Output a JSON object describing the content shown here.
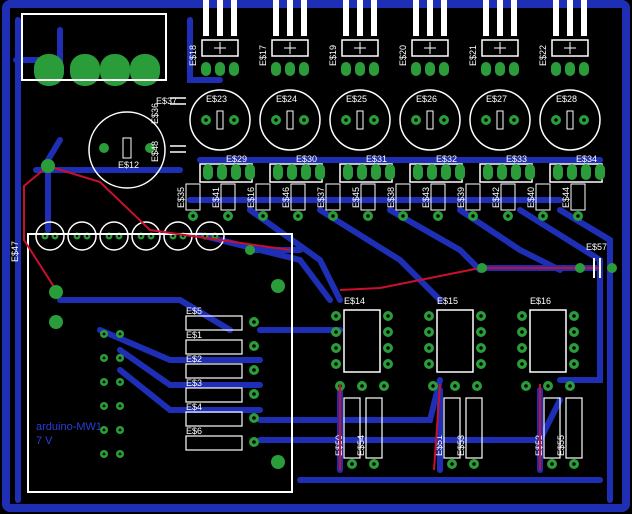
{
  "board": {
    "colors": {
      "background": "#000000",
      "copper_bottom": "#1f2fb5",
      "copper_top": "#c8102e",
      "pad": "#2a9d3a",
      "silkscreen": "#ffffff",
      "drill": "#000000"
    },
    "regulators_top": [
      "E$18",
      "E$17",
      "E$19",
      "E$20",
      "E$21",
      "E$22"
    ],
    "capacitors_radial": [
      "E$23",
      "E$24",
      "E$25",
      "E$26",
      "E$27",
      "E$28"
    ],
    "connectors_row": [
      "E$29",
      "E$30",
      "E$31",
      "E$32",
      "E$33",
      "E$34"
    ],
    "capacitor_small_left": [
      "E$36",
      "E$37",
      "E$48"
    ],
    "cap_main": "E$12",
    "left_connector": "E$47",
    "vertical_parts": [
      "E$35",
      "E$41",
      "E$16",
      "E$46",
      "E$37",
      "E$45",
      "E$38",
      "E$43",
      "E$39",
      "E$42",
      "E$40",
      "E$44"
    ],
    "resistor_array": [
      "E$5",
      "E$1",
      "E$2",
      "E$3",
      "E$4",
      "E$6"
    ],
    "ics": [
      "E$14",
      "E$15",
      "E$16"
    ],
    "bottom_resistors": [
      "E$50",
      "E$54",
      "E$51",
      "E$53",
      "E$52",
      "E$55"
    ],
    "right_cap": "E$57",
    "module_label_1": "arduino-MW1",
    "module_label_2": "7 V"
  }
}
